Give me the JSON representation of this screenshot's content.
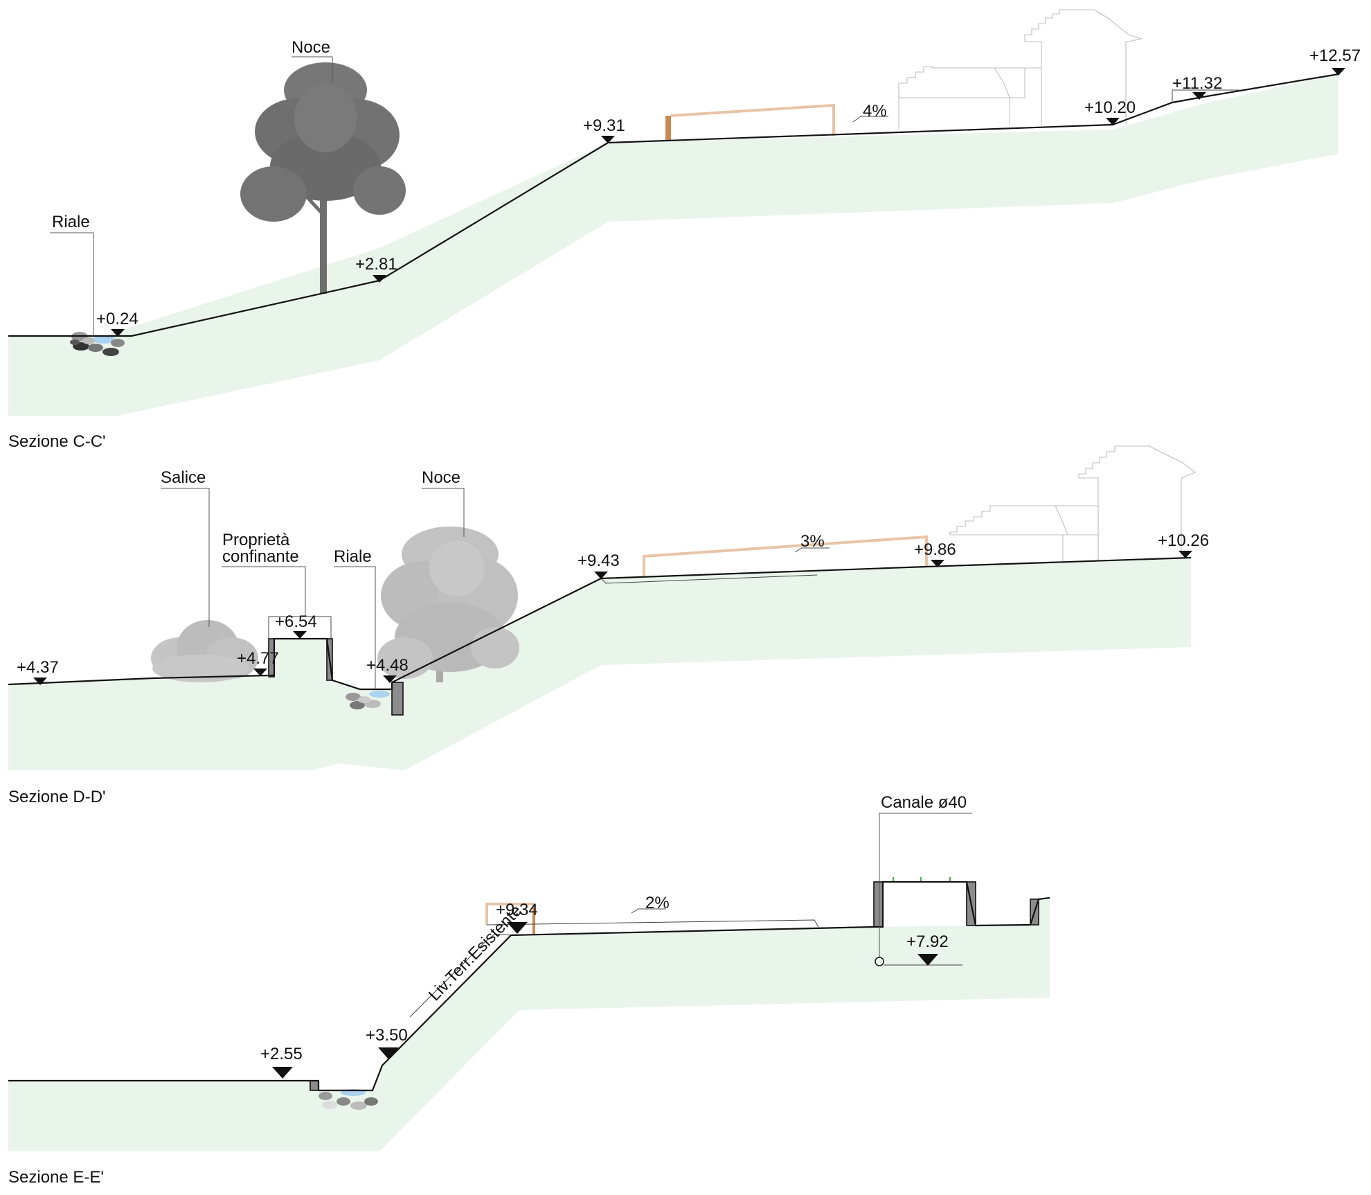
{
  "sections": [
    {
      "title": "Sezione C-C'",
      "labels": {
        "tree": "Noce",
        "stream": "Riale"
      },
      "slope": "4%",
      "elevations": [
        "+0.24",
        "+2.81",
        "+9.31",
        "+10.20",
        "+11.32",
        "+12.57"
      ]
    },
    {
      "title": "Sezione D-D'",
      "labels": {
        "willow": "Salice",
        "property_1": "Proprietà",
        "property_2": "confinante",
        "stream": "Riale",
        "tree": "Noce"
      },
      "slope": "3%",
      "elevations": [
        "+4.37",
        "+4.77",
        "+6.54",
        "+4.48",
        "+9.43",
        "+9.86",
        "+10.26"
      ]
    },
    {
      "title": "Sezione E-E'",
      "labels": {
        "canal": "Canale ø40",
        "existing_ground": "Liv.Terr.Esistente"
      },
      "slope": "2%",
      "elevations": [
        "+2.55",
        "+3.50",
        "+9.34",
        "+7.92"
      ]
    }
  ],
  "colors": {
    "ground": "#e9f4ea",
    "fence": "#e8c4a6",
    "post": "#c98a52",
    "water": "#a9d3ee",
    "wall": "#8c8c8c",
    "tree_dark": "#6e6e6e",
    "tree_light": "#bfbfbf"
  }
}
